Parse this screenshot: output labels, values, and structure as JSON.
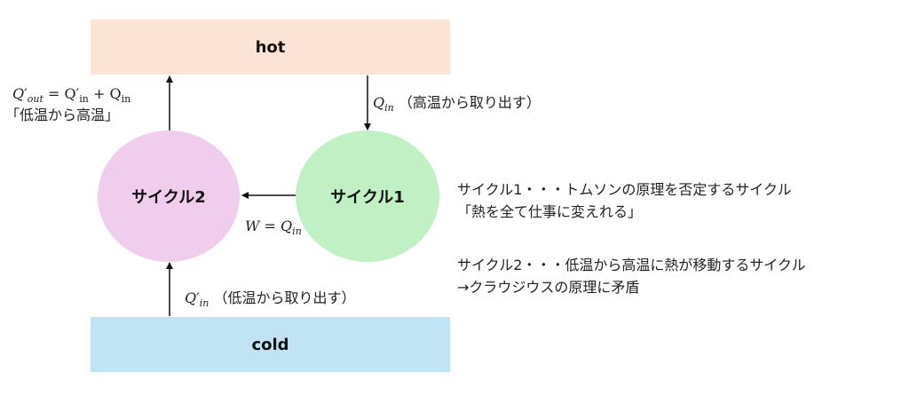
{
  "colors": {
    "hot": "#fbe3d6",
    "cold": "#c0e4f3",
    "cycle1": "#c2f0c5",
    "cycle2": "#f0cced",
    "arrow": "#111111"
  },
  "boxes": {
    "hot_label": "hot",
    "cold_label": "cold"
  },
  "cycles": {
    "cycle1_label": "サイクル1",
    "cycle2_label": "サイクル2"
  },
  "math": {
    "q": "Q",
    "q_prime": "Q′",
    "w": "W",
    "in": "in",
    "out": "out",
    "eq": "=",
    "plus": "+"
  },
  "labels": {
    "q_in_note": "（高温から取り出す）",
    "q_prime_in_note": "（低温から取り出す）",
    "q_out_note": "「低温から高温」"
  },
  "descriptions": {
    "cycle1_line1": "サイクル1・・・トムソンの原理を否定するサイクル",
    "cycle1_line2": "「熱を全て仕事に変えれる」",
    "cycle2_line1": "サイクル2・・・低温から高温に熱が移動するサイクル",
    "cycle2_line2": "→クラウジウスの原理に矛盾"
  }
}
